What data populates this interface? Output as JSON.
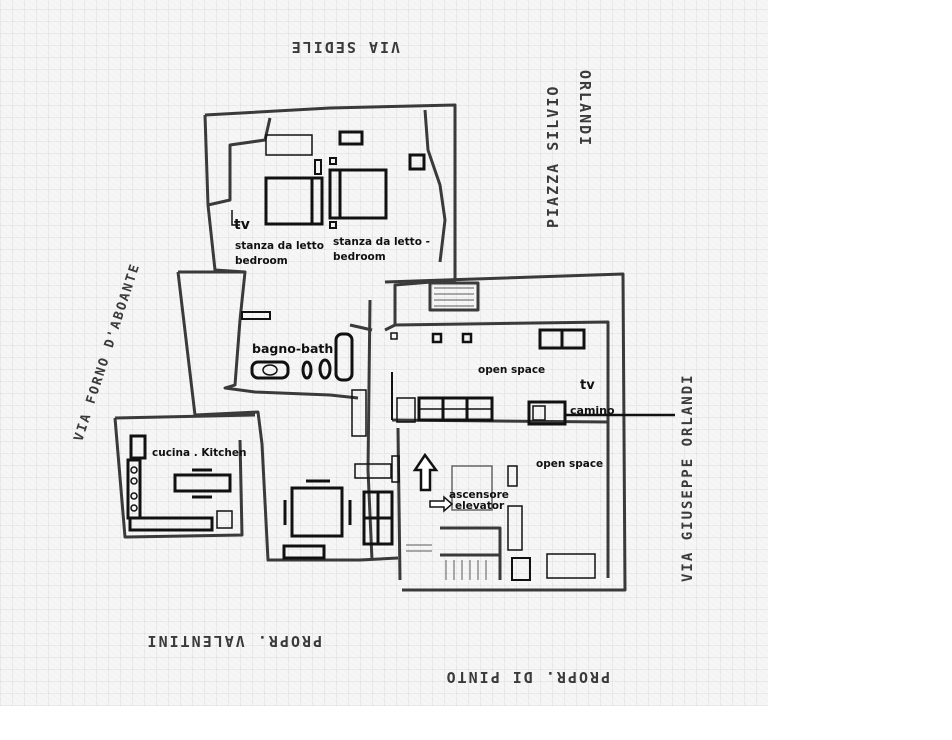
{
  "rooms": {
    "bedroom_left_line1": "stanza da letto",
    "bedroom_left_line2": "bedroom",
    "bedroom_right_line1": "stanza da letto -",
    "bedroom_right_line2": "bedroom",
    "tv_bedroom": "tv",
    "bathroom": "bagno-bath",
    "kitchen": "cucina . Kitchen",
    "open_space_top": "open space",
    "tv_living": "tv",
    "fireplace": "camino",
    "open_space_bottom": "open space",
    "elevator_line1": "ascensore",
    "elevator_line2": "elevator"
  },
  "streets": {
    "top": "VIA SEDILE",
    "right_top_line1": "PIAZZA SILVIO",
    "right_top_line2": "ORLANDI",
    "left": "VIA FORNO D'ABOANTE",
    "right": "VIA GIUSEPPE ORLANDI",
    "bottom_left": "PROPR. VALENTINI",
    "bottom_right": "PROPR. DI PINTO"
  },
  "colors": {
    "wall": "#3a3a3a",
    "furniture": "#111111",
    "paper": "#f6f6f6",
    "street_text": "#3a3a3a"
  }
}
